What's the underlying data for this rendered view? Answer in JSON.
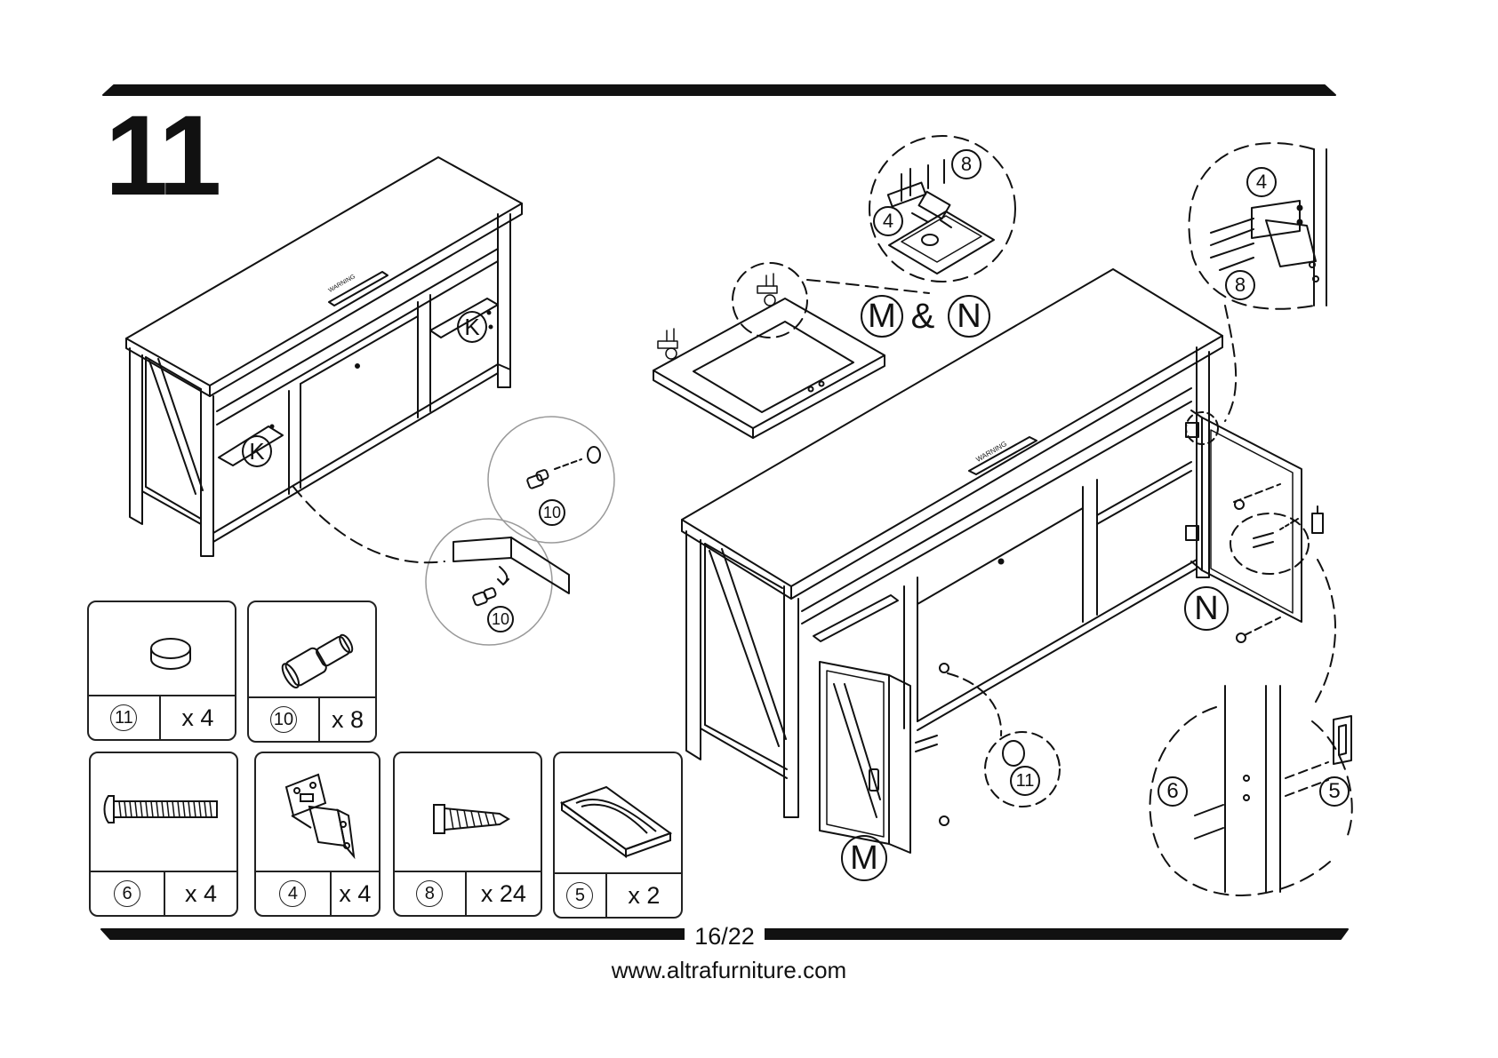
{
  "step": {
    "number": "11"
  },
  "footer": {
    "page": "16/22",
    "website": "www.altrafurniture.com"
  },
  "callouts": {
    "k": "K",
    "m": "M",
    "n": "N",
    "ampersand": "&",
    "warning": "WARNING"
  },
  "detail_labels": {
    "hinge": "4",
    "screw": "8",
    "pin": "10",
    "peg": "11",
    "bolt": "6",
    "handle": "5"
  },
  "parts": [
    {
      "id": "11",
      "qty": "x 4",
      "icon": "round-peg-icon"
    },
    {
      "id": "10",
      "qty": "x 8",
      "icon": "shelf-pin-icon"
    },
    {
      "id": "6",
      "qty": "x 4",
      "icon": "bolt-icon"
    },
    {
      "id": "4",
      "qty": "x 4",
      "icon": "hinge-icon"
    },
    {
      "id": "8",
      "qty": "x 24",
      "icon": "wood-screw-icon"
    },
    {
      "id": "5",
      "qty": "x 2",
      "icon": "handle-icon"
    }
  ]
}
